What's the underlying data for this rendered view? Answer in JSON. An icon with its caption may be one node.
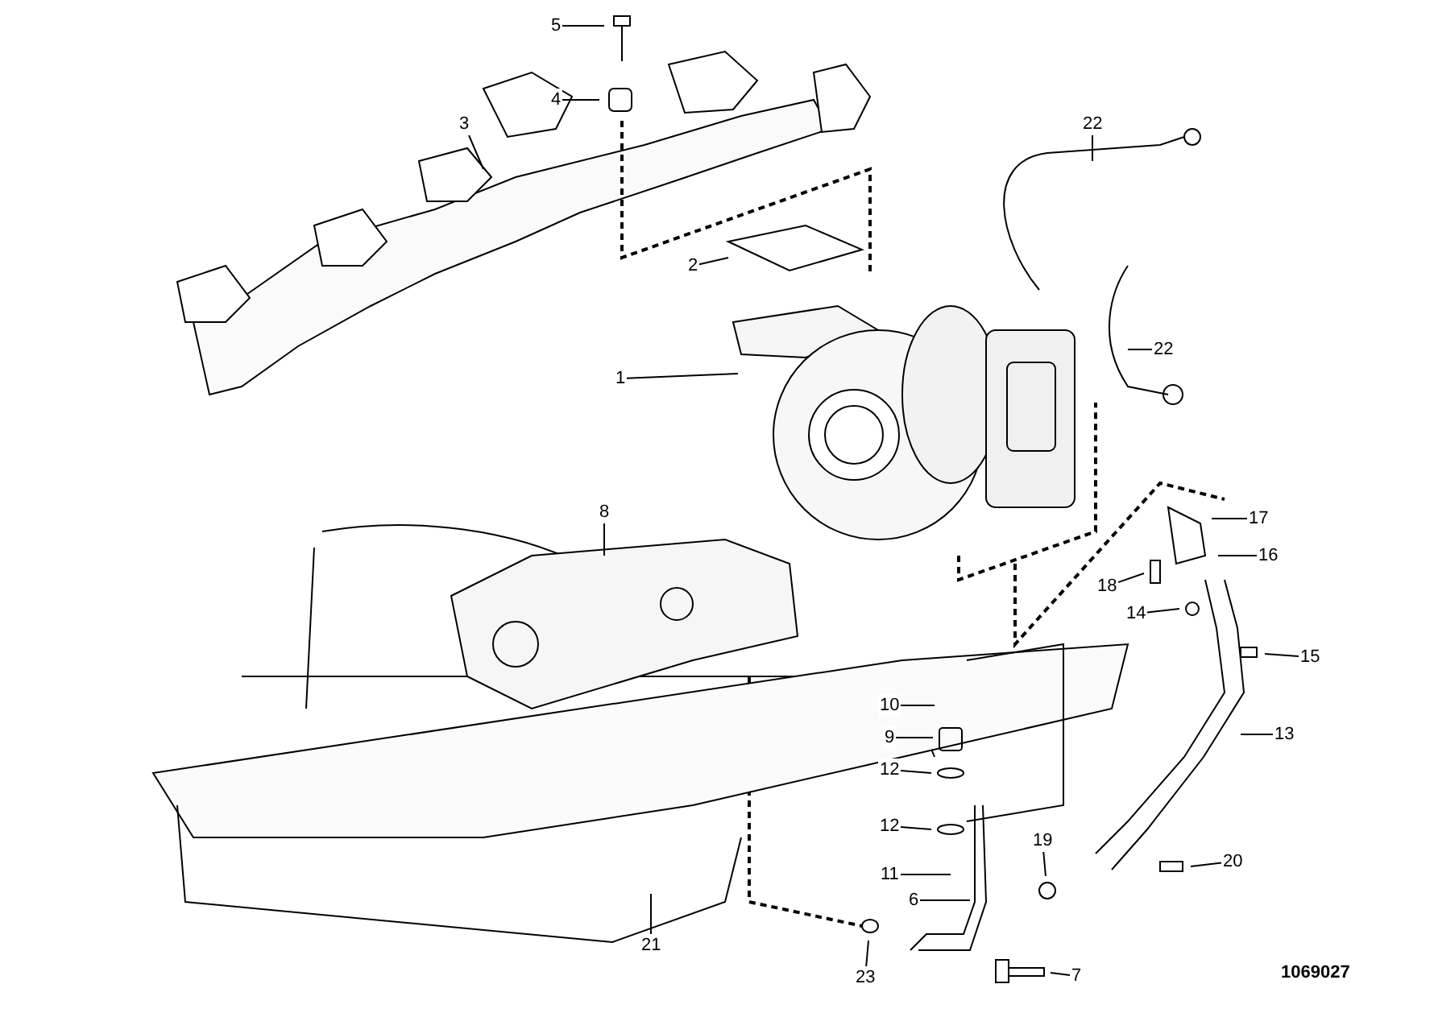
{
  "diagram": {
    "nodes": [
      {
        "text": [
          "5"
        ]
      },
      {
        "text": [
          "4"
        ]
      },
      {
        "text": [
          "3"
        ]
      },
      {
        "text": [
          "22"
        ]
      },
      {
        "text": [
          "2"
        ]
      },
      {
        "text": [
          "22"
        ]
      },
      {
        "text": [
          "1"
        ]
      },
      {
        "text": [
          "8"
        ]
      },
      {
        "text": [
          "17"
        ]
      },
      {
        "text": [
          "16"
        ]
      },
      {
        "text": [
          "18"
        ]
      },
      {
        "text": [
          "14"
        ]
      },
      {
        "text": [
          "15"
        ]
      },
      {
        "text": [
          "10"
        ]
      },
      {
        "text": [
          "13"
        ]
      },
      {
        "text": [
          "9"
        ]
      },
      {
        "text": [
          "12"
        ]
      },
      {
        "text": [
          "12"
        ]
      },
      {
        "text": [
          "19"
        ]
      },
      {
        "text": [
          "20"
        ]
      },
      {
        "text": [
          "11"
        ]
      },
      {
        "text": [
          "6"
        ]
      },
      {
        "text": [
          "21"
        ]
      },
      {
        "text": [
          "23"
        ]
      },
      {
        "text": [
          "7"
        ]
      }
    ],
    "edges": [
      {
        "from": 0,
        "to": null,
        "arrow": "none"
      },
      {
        "from": 1,
        "to": null,
        "arrow": "none"
      },
      {
        "from": 2,
        "to": null,
        "arrow": "none"
      },
      {
        "from": 3,
        "to": null,
        "arrow": "none"
      },
      {
        "from": 4,
        "to": null,
        "arrow": "none"
      },
      {
        "from": 5,
        "to": null,
        "arrow": "none"
      },
      {
        "from": 6,
        "to": null,
        "arrow": "none"
      },
      {
        "from": 7,
        "to": null,
        "arrow": "none"
      },
      {
        "from": 8,
        "to": null,
        "arrow": "none"
      },
      {
        "from": 9,
        "to": null,
        "arrow": "none"
      },
      {
        "from": 10,
        "to": null,
        "arrow": "none"
      },
      {
        "from": 11,
        "to": null,
        "arrow": "none"
      },
      {
        "from": 12,
        "to": null,
        "arrow": "none"
      },
      {
        "from": 13,
        "to": null,
        "arrow": "none"
      },
      {
        "from": 14,
        "to": null,
        "arrow": "none"
      },
      {
        "from": 15,
        "to": null,
        "arrow": "none"
      },
      {
        "from": 16,
        "to": null,
        "arrow": "none"
      },
      {
        "from": 17,
        "to": null,
        "arrow": "none"
      },
      {
        "from": 18,
        "to": null,
        "arrow": "none"
      },
      {
        "from": 19,
        "to": null,
        "arrow": "none"
      },
      {
        "from": 20,
        "to": null,
        "arrow": "none"
      },
      {
        "from": 21,
        "to": null,
        "arrow": "none"
      },
      {
        "from": 22,
        "to": null,
        "arrow": "none"
      },
      {
        "from": 23,
        "to": null,
        "arrow": "none"
      },
      {
        "from": 24,
        "to": null,
        "arrow": "none"
      }
    ],
    "labels": [
      "1069027"
    ]
  }
}
